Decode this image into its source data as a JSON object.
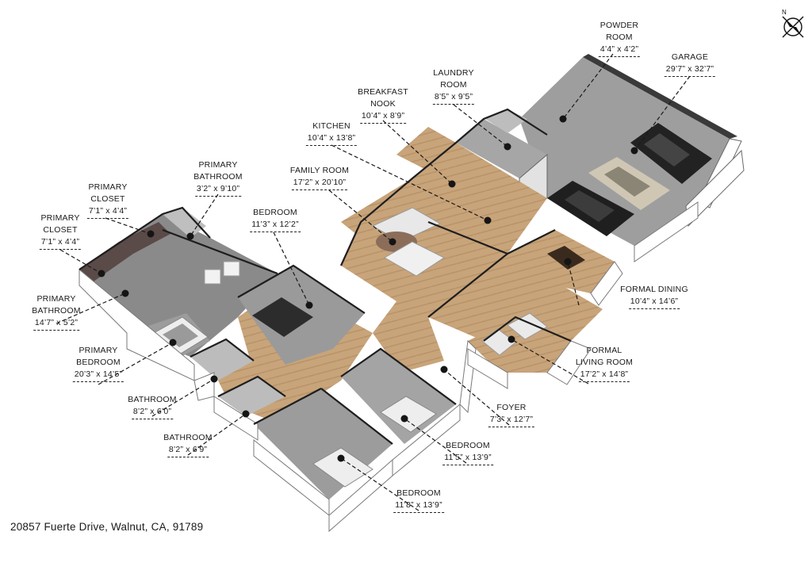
{
  "address": "20857 Fuerte Drive, Walnut, CA, 91789",
  "compass": {
    "north_label": "N",
    "icon": "compass-icon"
  },
  "rooms": [
    {
      "id": "powder-room",
      "name": "POWDER ROOM",
      "name_lines": [
        "POWDER",
        "ROOM"
      ],
      "dims": "4’4” x 4’2”"
    },
    {
      "id": "garage",
      "name": "GARAGE",
      "name_lines": [
        "GARAGE"
      ],
      "dims": "29’7” x 32’7”"
    },
    {
      "id": "laundry-room",
      "name": "LAUNDRY ROOM",
      "name_lines": [
        "LAUNDRY",
        "ROOM"
      ],
      "dims": "8’5” x 9’5”"
    },
    {
      "id": "breakfast-nook",
      "name": "BREAKFAST NOOK",
      "name_lines": [
        "BREAKFAST",
        "NOOK"
      ],
      "dims": "10’4” x 8’9”"
    },
    {
      "id": "kitchen",
      "name": "KITCHEN",
      "name_lines": [
        "KITCHEN"
      ],
      "dims": "10’4” x 13’8”"
    },
    {
      "id": "family-room",
      "name": "FAMILY ROOM",
      "name_lines": [
        "FAMILY ROOM"
      ],
      "dims": "17’2” x 20’10”"
    },
    {
      "id": "primary-bathroom-small",
      "name": "PRIMARY BATHROOM",
      "name_lines": [
        "PRIMARY",
        "BATHROOM"
      ],
      "dims": "3’2” x 9’10”"
    },
    {
      "id": "primary-closet-1",
      "name": "PRIMARY CLOSET",
      "name_lines": [
        "PRIMARY",
        "CLOSET"
      ],
      "dims": "7’1” x 4’4”"
    },
    {
      "id": "primary-closet-2",
      "name": "PRIMARY CLOSET",
      "name_lines": [
        "PRIMARY",
        "CLOSET"
      ],
      "dims": "7’1” x 4’4”"
    },
    {
      "id": "bedroom-upper",
      "name": "BEDROOM",
      "name_lines": [
        "BEDROOM"
      ],
      "dims": "11’3” x 12’2”"
    },
    {
      "id": "primary-bathroom-large",
      "name": "PRIMARY BATHROOM",
      "name_lines": [
        "PRIMARY",
        "BATHROOM"
      ],
      "dims": "14’7” x 5’2”"
    },
    {
      "id": "primary-bedroom",
      "name": "PRIMARY BEDROOM",
      "name_lines": [
        "PRIMARY",
        "BEDROOM"
      ],
      "dims": "20’3” x 14’5”"
    },
    {
      "id": "formal-dining",
      "name": "FORMAL DINING",
      "name_lines": [
        "FORMAL DINING"
      ],
      "dims": "10’4” x 14’6”"
    },
    {
      "id": "formal-living-room",
      "name": "FORMAL LIVING ROOM",
      "name_lines": [
        "FORMAL",
        "LIVING ROOM"
      ],
      "dims": "17’2” x 14’8”"
    },
    {
      "id": "bathroom-1",
      "name": "BATHROOM",
      "name_lines": [
        "BATHROOM"
      ],
      "dims": "8’2” x 6’0”"
    },
    {
      "id": "bathroom-2",
      "name": "BATHROOM",
      "name_lines": [
        "BATHROOM"
      ],
      "dims": "8’2” x 6’9”"
    },
    {
      "id": "foyer",
      "name": "FOYER",
      "name_lines": [
        "FOYER"
      ],
      "dims": "7’3” x 12’7”"
    },
    {
      "id": "bedroom-middle",
      "name": "BEDROOM",
      "name_lines": [
        "BEDROOM"
      ],
      "dims": "11’5” x 13’9”"
    },
    {
      "id": "bedroom-lower",
      "name": "BEDROOM",
      "name_lines": [
        "BEDROOM"
      ],
      "dims": "11’8” x 13’9”"
    }
  ]
}
